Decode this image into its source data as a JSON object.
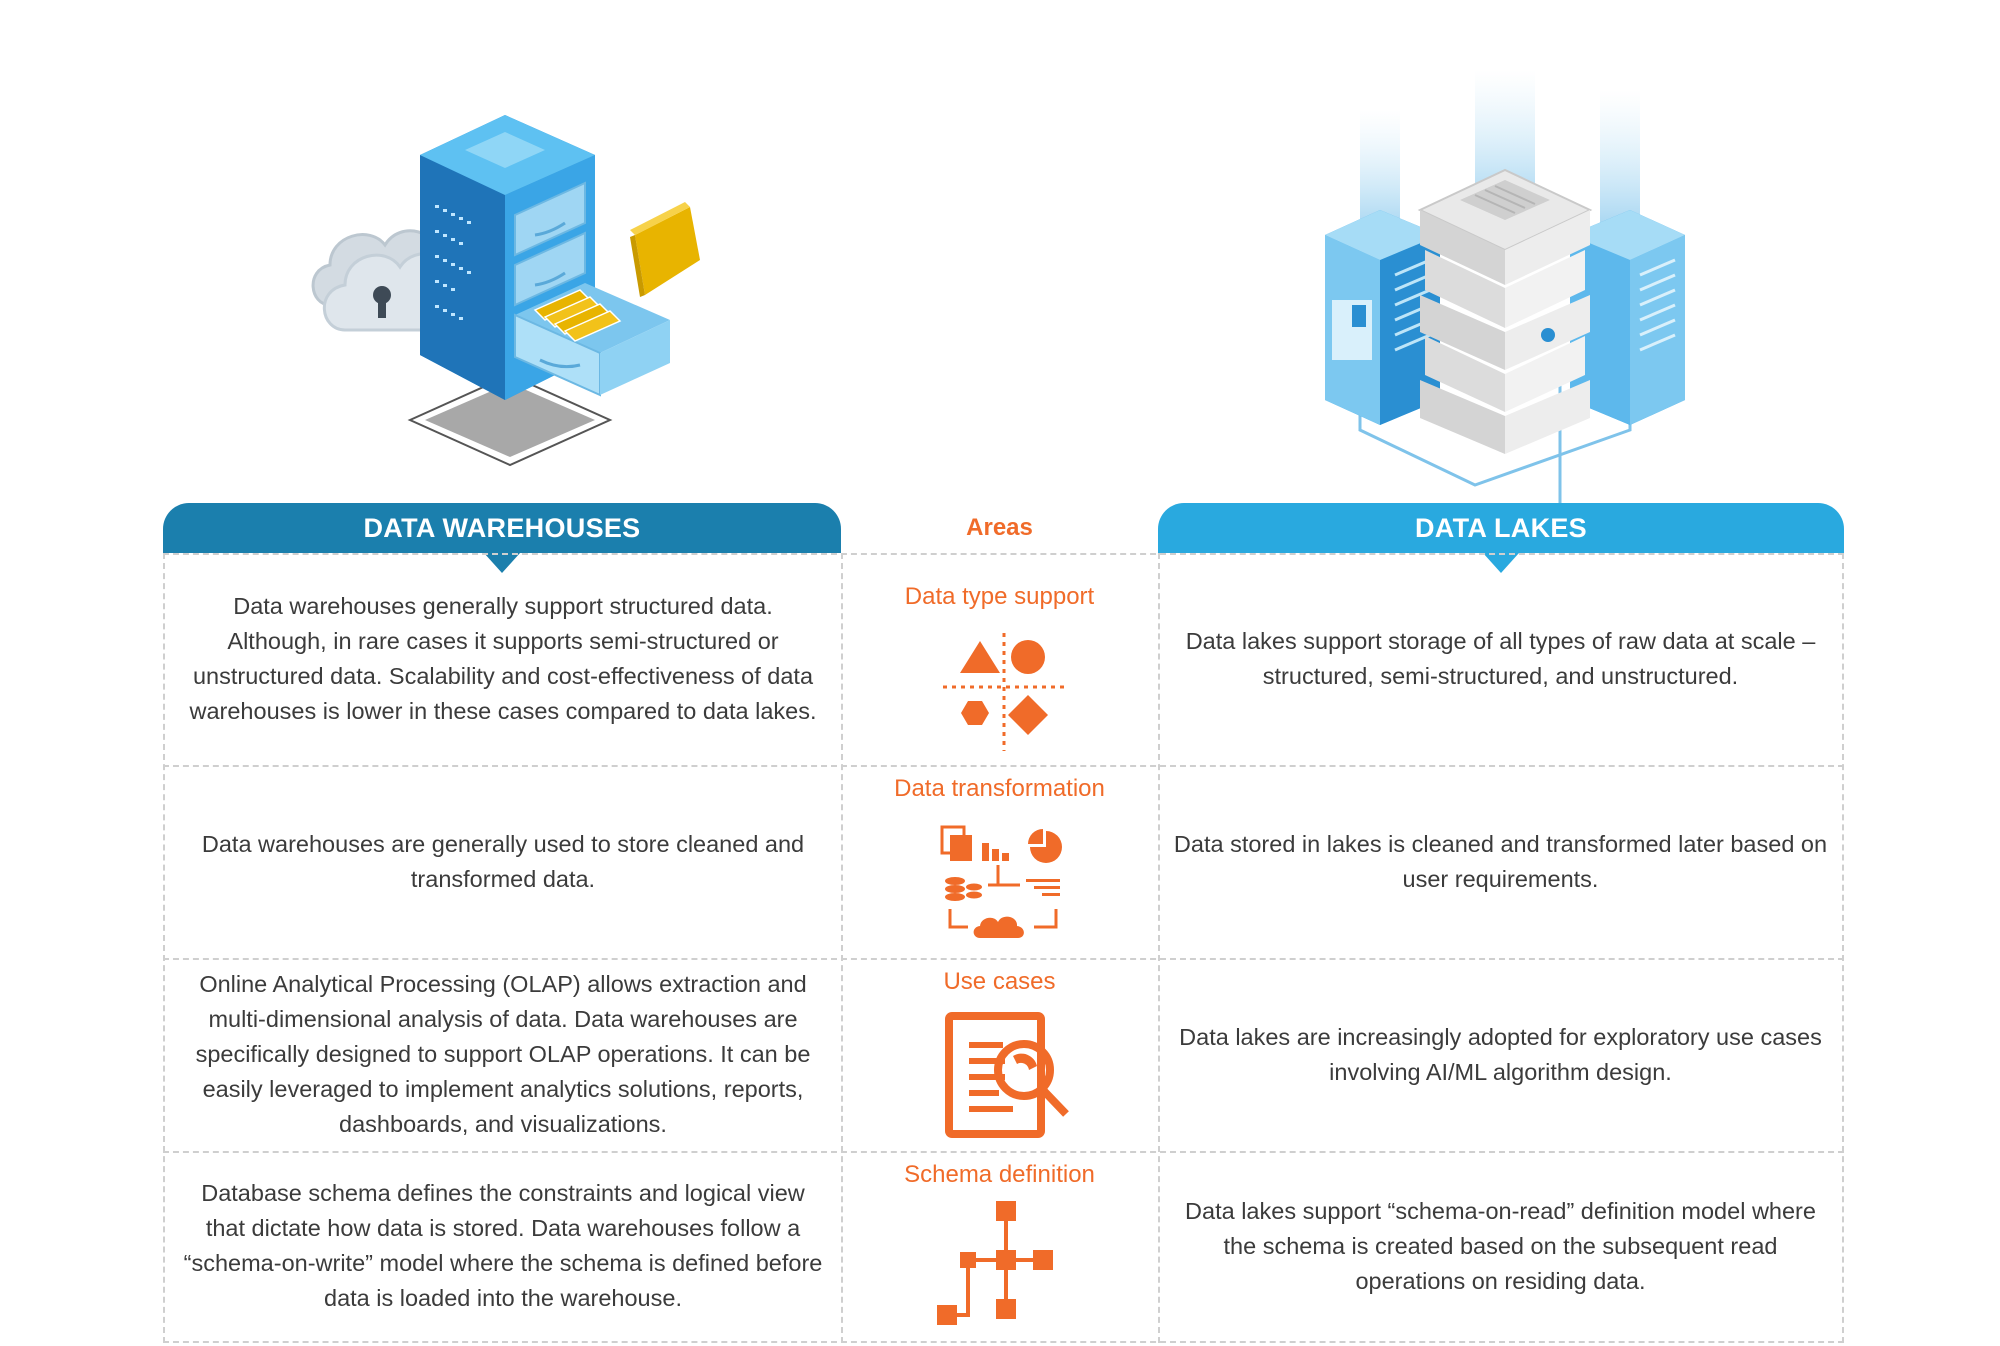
{
  "headers": {
    "left": "DATA WAREHOUSES",
    "middle": "Areas",
    "right": "DATA LAKES"
  },
  "rows": [
    {
      "area": "Data type support",
      "icon": "shapes-quadrant-icon",
      "warehouse": "Data warehouses generally support structured data. Although, in rare cases it supports semi-structured or unstructured data. Scalability and cost-effectiveness of data warehouses is lower in these cases compared to data lakes.",
      "lake": "Data lakes support storage of all types of raw data at scale – structured, semi-structured, and unstructured."
    },
    {
      "area": "Data transformation",
      "icon": "data-transformation-icon",
      "warehouse": "Data warehouses are generally used to store cleaned and transformed data.",
      "lake": "Data stored in lakes is cleaned and transformed later based on user requirements."
    },
    {
      "area": "Use cases",
      "icon": "document-search-icon",
      "warehouse": "Online Analytical Processing (OLAP) allows extraction and multi-dimensional analysis of data. Data warehouses are specifically designed to support OLAP operations. It can be easily leveraged to implement analytics solutions, reports, dashboards, and visualizations.",
      "lake": "Data lakes are increasingly adopted for exploratory use cases involving AI/ML algorithm design."
    },
    {
      "area": "Schema definition",
      "icon": "schema-network-icon",
      "warehouse": "Database schema defines the constraints and logical view that dictate how data is stored. Data warehouses follow a “schema-on-write” model where the schema is defined before data is loaded into the warehouse.",
      "lake": "Data lakes support “schema-on-read” definition model where the schema is created based on the subsequent read operations on residing data."
    }
  ],
  "colors": {
    "warehouse_header": "#1b7fad",
    "lake_header": "#29a9df",
    "accent": "#f06b29",
    "text": "#3b3b3b",
    "divider": "#cfcfcf"
  },
  "illustrations": {
    "left": "server-rack-with-cloud-and-folders-icon",
    "right": "data-lake-server-stack-icon"
  }
}
